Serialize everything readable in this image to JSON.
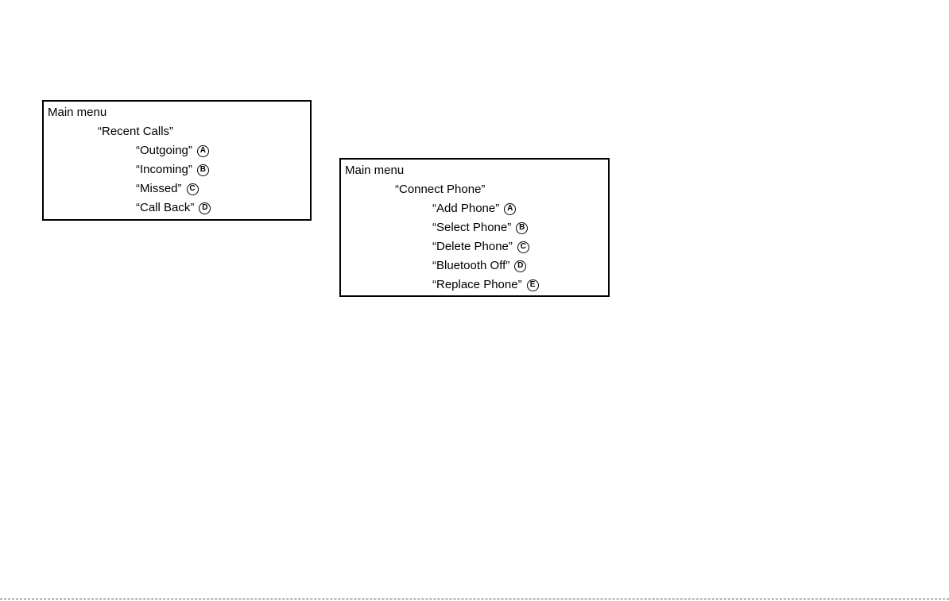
{
  "recent_calls_box": {
    "root": "Main menu",
    "submenu": "“Recent Calls”",
    "items": [
      {
        "label": "“Outgoing”",
        "badge": "A"
      },
      {
        "label": "“Incoming”",
        "badge": "B"
      },
      {
        "label": "“Missed”",
        "badge": "C"
      },
      {
        "label": "“Call Back”",
        "badge": "D"
      }
    ]
  },
  "connect_phone_box": {
    "root": "Main menu",
    "submenu": "“Connect Phone”",
    "items": [
      {
        "label": "“Add Phone”",
        "badge": "A"
      },
      {
        "label": "“Select Phone”",
        "badge": "B"
      },
      {
        "label": "“Delete Phone”",
        "badge": "C"
      },
      {
        "label": "“Bluetooth Off”",
        "badge": "D"
      },
      {
        "label": "“Replace Phone”",
        "badge": "E"
      }
    ]
  }
}
